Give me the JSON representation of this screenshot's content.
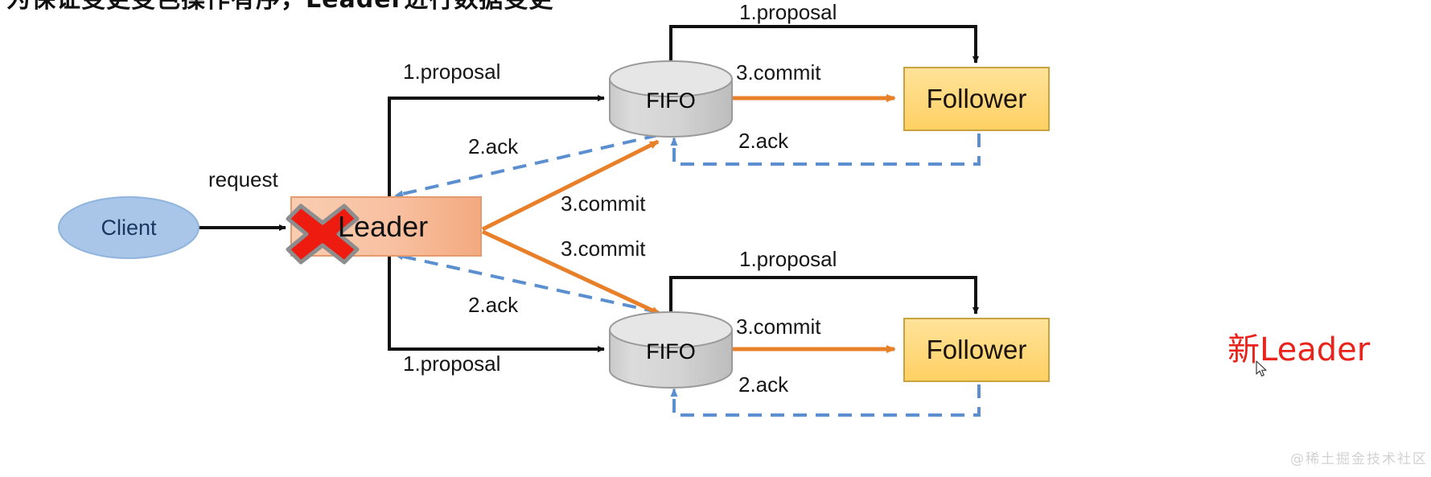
{
  "page": {
    "heading_cropped": "为保证变更变色操作有序，Leader进行数据变更",
    "watermark": "@稀土掘金技术社区",
    "bg_color": "#ffffff"
  },
  "palette": {
    "client_fill": "#a9c6e8",
    "client_stroke": "#6f9fd0",
    "leader_fill": "#f8c5a6",
    "leader_stroke": "#d08a5e",
    "fifo_fill": "#d6d6d6",
    "fifo_top": "#e4e4e4",
    "fifo_stroke": "#9a9a9a",
    "follower_fill": "#ffd97a",
    "follower_stroke": "#c8a23c",
    "proposal_color": "#111111",
    "commit_color": "#e8802a",
    "ack_color": "#5b8fd0",
    "fail_x_color": "#ee1b10",
    "fail_x_outline": "#808080",
    "new_leader_color": "#e8241c"
  },
  "nodes": {
    "client": {
      "label": "Client",
      "shape": "ellipse"
    },
    "leader": {
      "label": "Leader",
      "shape": "rect",
      "failed": true
    },
    "fifo_top": {
      "label": "FIFO",
      "shape": "cylinder"
    },
    "fifo_bottom": {
      "label": "FIFO",
      "shape": "cylinder"
    },
    "follower_top": {
      "label": "Follower",
      "shape": "rect"
    },
    "follower_bottom": {
      "label": "Follower",
      "shape": "rect"
    },
    "new_leader_annotation": {
      "label": "新Leader"
    }
  },
  "edges": [
    {
      "id": "request",
      "label": "request",
      "style": "solid-black",
      "from": "client",
      "to": "leader"
    },
    {
      "id": "proposal-top-out",
      "label": "1.proposal",
      "style": "solid-black",
      "from": "leader",
      "to": "fifo_top"
    },
    {
      "id": "proposal-top-fwd",
      "label": "1.proposal",
      "style": "solid-black",
      "from": "fifo_top",
      "to": "follower_top"
    },
    {
      "id": "ack-top-back",
      "label": "2.ack",
      "style": "dashed-blue",
      "from": "follower_top",
      "to": "fifo_top"
    },
    {
      "id": "ack-top-leader",
      "label": "2.ack",
      "style": "dashed-blue",
      "from": "fifo_top",
      "to": "leader"
    },
    {
      "id": "commit-top-fifo",
      "label": "3.commit",
      "style": "solid-orange",
      "from": "leader",
      "to": "fifo_top"
    },
    {
      "id": "commit-top-fwd",
      "label": "3.commit",
      "style": "solid-orange",
      "from": "fifo_top",
      "to": "follower_top"
    },
    {
      "id": "proposal-bot-out",
      "label": "1.proposal",
      "style": "solid-black",
      "from": "leader",
      "to": "fifo_bottom"
    },
    {
      "id": "proposal-bot-fwd",
      "label": "1.proposal",
      "style": "solid-black",
      "from": "fifo_bottom",
      "to": "follower_bottom"
    },
    {
      "id": "ack-bot-back",
      "label": "2.ack",
      "style": "dashed-blue",
      "from": "follower_bottom",
      "to": "fifo_bottom"
    },
    {
      "id": "ack-bot-leader",
      "label": "2.ack",
      "style": "dashed-blue",
      "from": "fifo_bottom",
      "to": "leader"
    },
    {
      "id": "commit-bot-fifo",
      "label": "3.commit",
      "style": "solid-orange",
      "from": "leader",
      "to": "fifo_bottom"
    },
    {
      "id": "commit-bot-fwd",
      "label": "3.commit",
      "style": "solid-orange",
      "from": "fifo_bottom",
      "to": "follower_bottom"
    }
  ],
  "labels": {
    "request": "request",
    "proposal_top_out": "1.proposal",
    "proposal_top_fwd": "1.proposal",
    "ack_top_leader": "2.ack",
    "ack_top_back": "2.ack",
    "commit_top_fifo": "3.commit",
    "commit_top_fwd": "3.commit",
    "proposal_bot_out": "1.proposal",
    "proposal_bot_fwd": "1.proposal",
    "ack_bot_leader": "2.ack",
    "ack_bot_back": "2.ack",
    "commit_bot_fifo": "3.commit",
    "commit_bot_fwd": "3.commit"
  }
}
